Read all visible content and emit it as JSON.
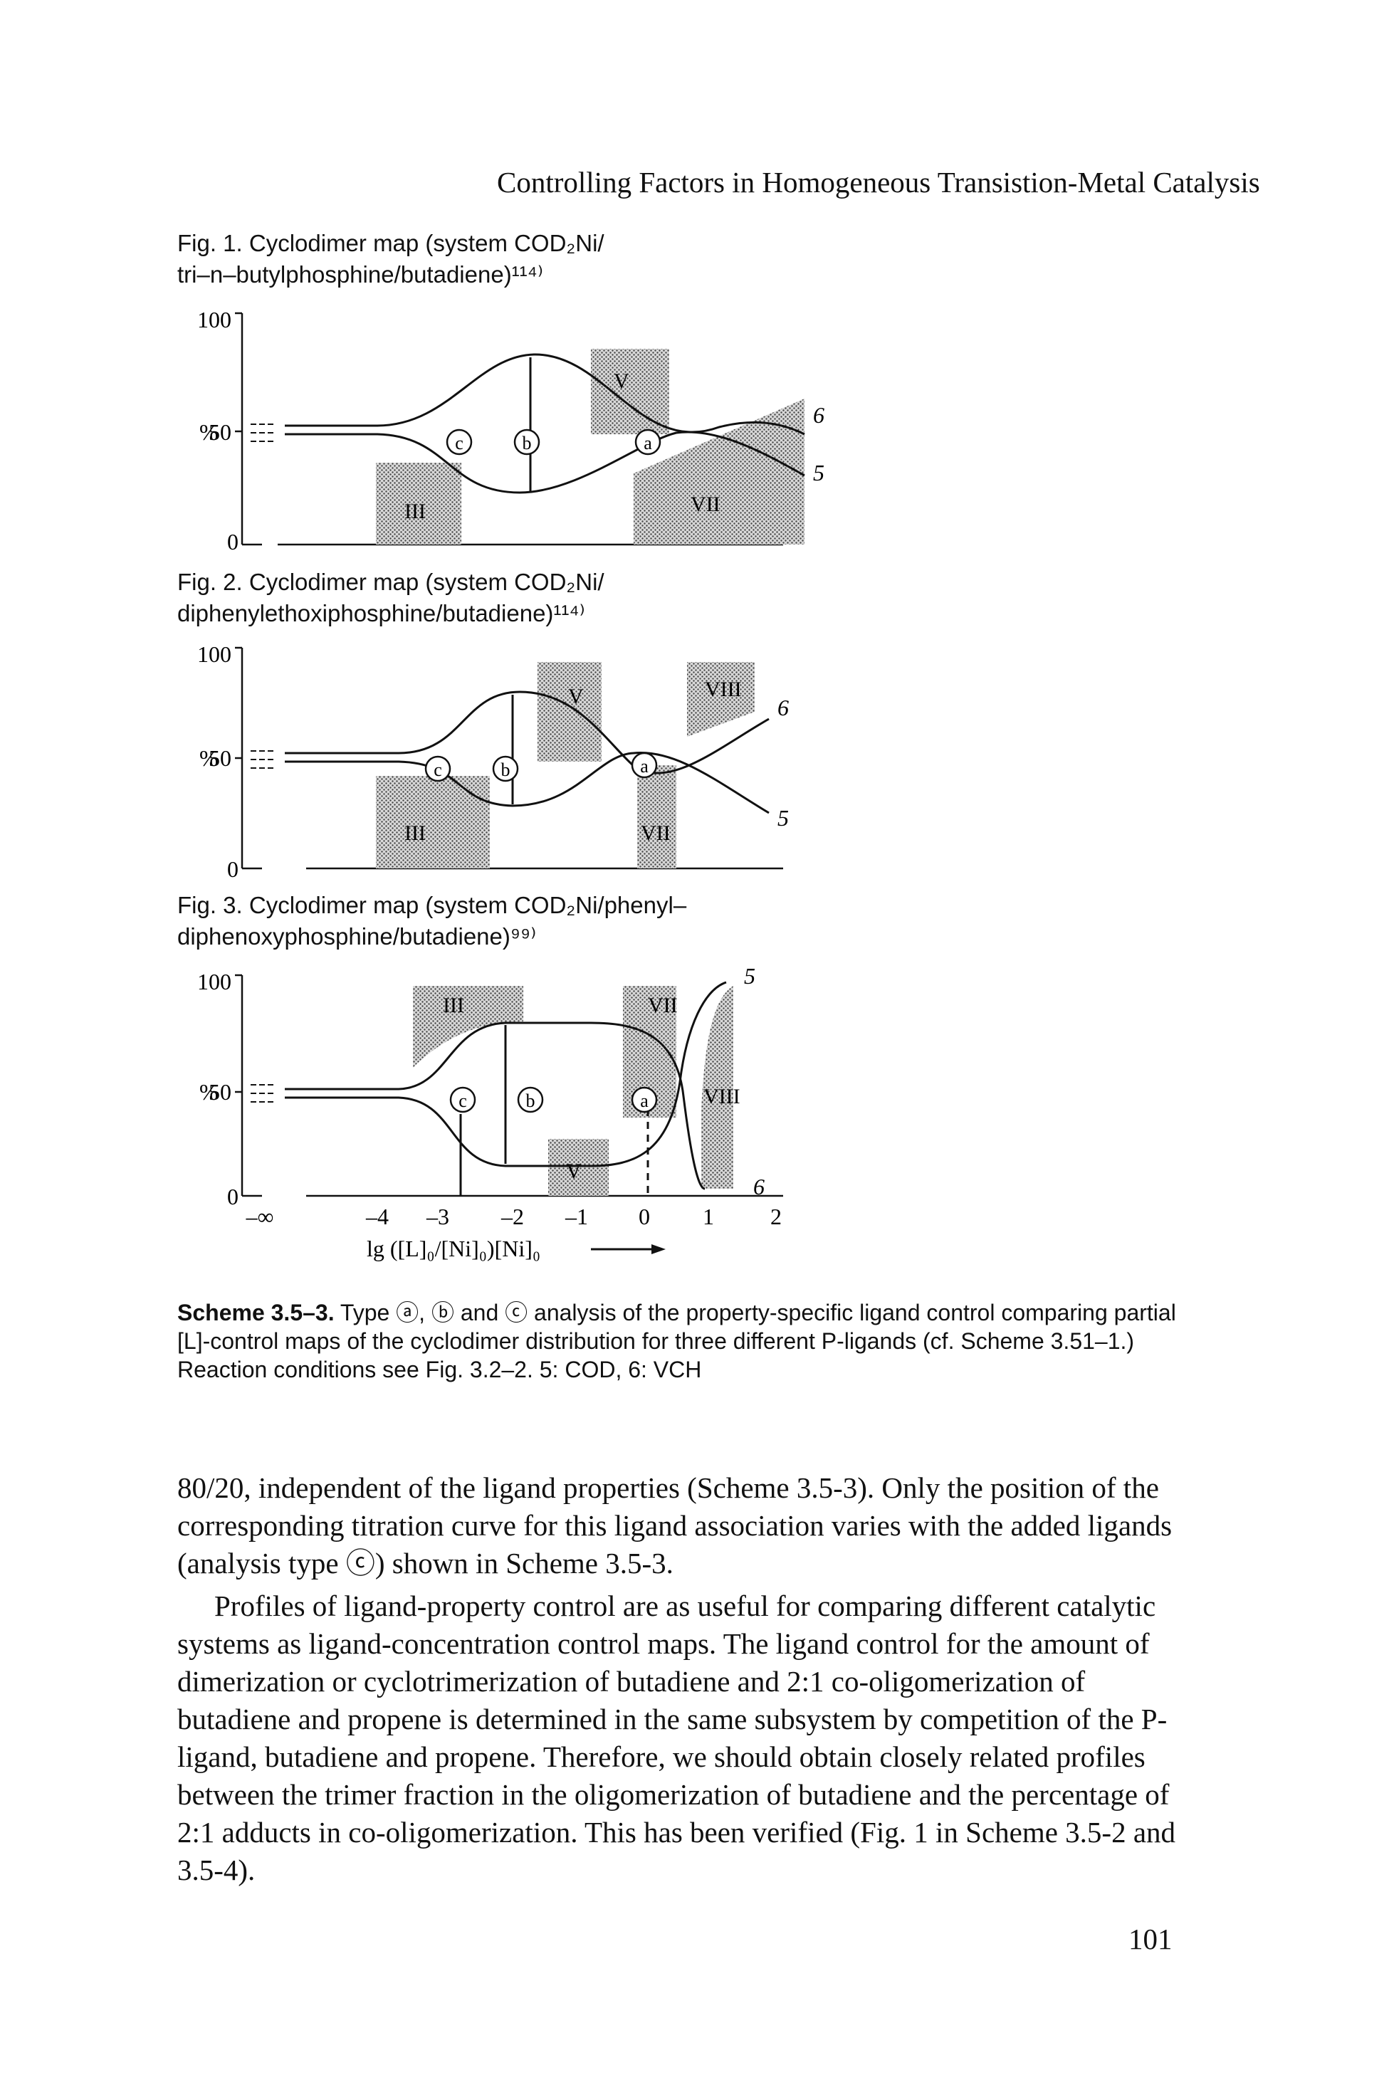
{
  "header": {
    "running_title": "Controlling Factors in Homogeneous Transistion-Metal Catalysis"
  },
  "figures": [
    {
      "caption_line1": "Fig. 1. Cyclodimer map (system COD₂Ni/",
      "caption_line2": "tri–n–butylphosphine/butadiene)¹¹⁴⁾",
      "regions": [
        "III",
        "V",
        "VII"
      ],
      "curves": [
        "6",
        "5"
      ]
    },
    {
      "caption_line1": "Fig. 2. Cyclodimer map (system COD₂Ni/",
      "caption_line2": "diphenylethoxiphosphine/butadiene)¹¹⁴⁾",
      "regions": [
        "III",
        "V",
        "VII",
        "VIII"
      ],
      "curves": [
        "6",
        "5"
      ]
    },
    {
      "caption_line1": "Fig. 3. Cyclodimer map (system COD₂Ni/phenyl–",
      "caption_line2": "diphenoxyphosphine/butadiene)⁹⁹⁾",
      "regions": [
        "III",
        "V",
        "VII",
        "VIII"
      ],
      "curves": [
        "5",
        "6"
      ]
    }
  ],
  "axes": {
    "y_top": "100",
    "y_mid": "50",
    "y_zero": "0",
    "y_unit": "%",
    "x_ticks": [
      "–∞",
      "–4",
      "–3",
      "–2",
      "–1",
      "0",
      "1",
      "2"
    ],
    "x_label": "lg ([L]₀/[Ni]₀)[Ni]₀"
  },
  "markers": {
    "a": "a",
    "b": "b",
    "c": "c"
  },
  "scheme_caption": {
    "bold_prefix": "Scheme 3.5–3.",
    "text": " Type ⓐ, ⓑ and ⓒ analysis of the property-specific ligand control comparing partial [L]-control maps of the cyclodimer distribution for three different P-ligands (cf. Scheme 3.51–1.) Reaction conditions see Fig. 3.2–2. 5: COD, 6: VCH"
  },
  "body": {
    "para1": "80/20, independent of the ligand properties (Scheme 3.5-3). Only the position of the corresponding titration curve for this ligand association varies with the added ligands (analysis type ⓒ) shown in Scheme 3.5-3.",
    "para2": "Profiles of ligand-property control are as useful for comparing different catalytic systems as ligand-concentration control maps. The ligand control for the amount of dimerization or cyclotrimerization of butadiene and 2:1 co-oligomerization of butadiene and propene is determined in the same subsystem by competition of the P-ligand, butadiene and propene. Therefore, we should obtain closely related profiles between the trimer fraction in the oligomerization of butadiene and the percentage of 2:1 adducts in co-oligomerization. This has been verified (Fig. 1 in Scheme 3.5-2 and 3.5-4)."
  },
  "page_number": "101"
}
